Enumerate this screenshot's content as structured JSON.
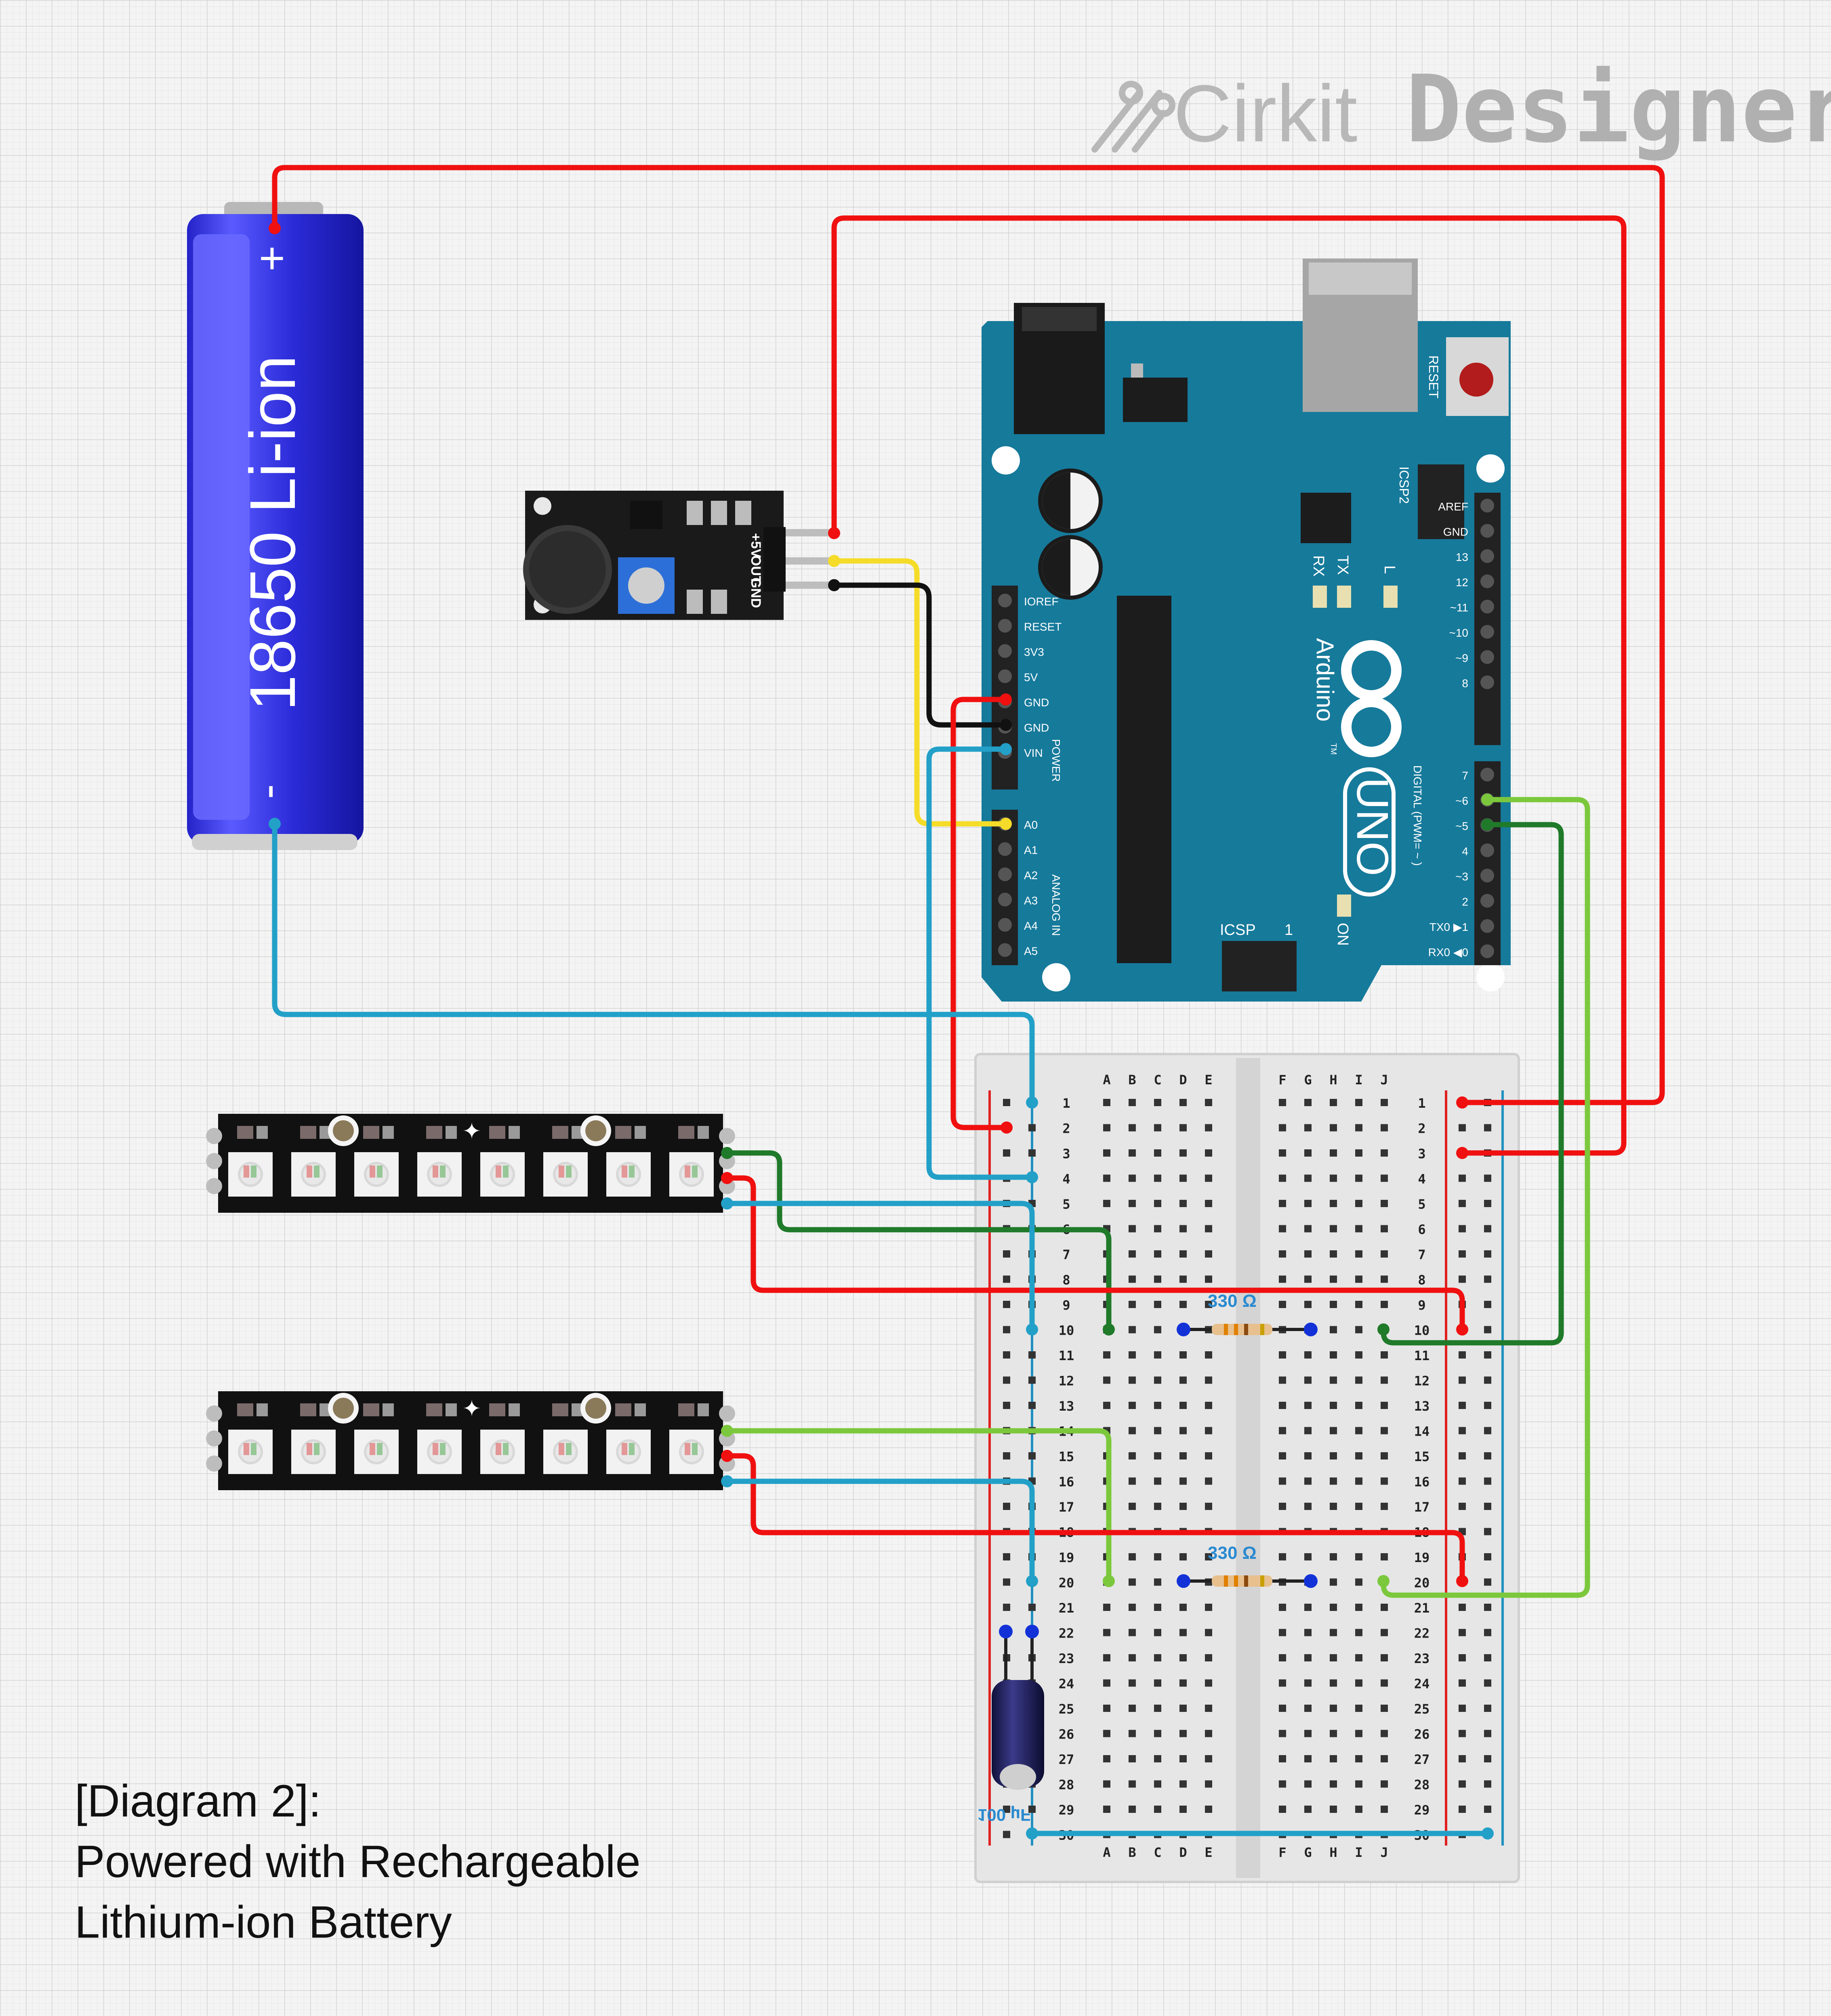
{
  "watermark": {
    "brand_light": "Cirkit",
    "brand_bold": "Designer"
  },
  "battery": {
    "label": "18650 Li-ion",
    "plus": "+",
    "minus": "-"
  },
  "sound_sensor": {
    "pins": [
      "+5V",
      "OUT",
      "GND"
    ]
  },
  "arduino": {
    "brand": "Arduino",
    "model": "UNO",
    "reset_label": "RESET",
    "icsp_label": "ICSP",
    "icsp2_label": "ICSP2",
    "icsp_pin1": "1",
    "on_label": "ON",
    "led_labels": [
      "RX",
      "TX",
      "L"
    ],
    "tm": "TM",
    "power_pins": [
      "IOREF",
      "RESET",
      "3V3",
      "5V",
      "GND",
      "GND",
      "VIN"
    ],
    "power_header": "POWER",
    "analog_pins": [
      "A0",
      "A1",
      "A2",
      "A3",
      "A4",
      "A5"
    ],
    "analog_header": "ANALOG IN",
    "digital_pins_top": [
      "AREF",
      "GND",
      "13",
      "12",
      "~11",
      "~10",
      "~9",
      "8"
    ],
    "digital_pins_bottom": [
      "7",
      "~6",
      "~5",
      "4",
      "~3",
      "2",
      "TX0 ▶1",
      "RX0 ◀0"
    ],
    "digital_header": "DIGITAL (PWM= ~ )"
  },
  "breadboard": {
    "columns_left": [
      "A",
      "B",
      "C",
      "D",
      "E"
    ],
    "columns_right": [
      "F",
      "G",
      "H",
      "I",
      "J"
    ],
    "rows": 30
  },
  "resistors": [
    {
      "label": "330 Ω"
    },
    {
      "label": "330 Ω"
    }
  ],
  "capacitor": {
    "label": "100 µF"
  },
  "caption": {
    "line1": "[Diagram 2]:",
    "line2": "Powered with Rechargeable",
    "line3": "Lithium-ion Battery"
  },
  "colors": {
    "wire_red": "#f01010",
    "wire_black": "#111111",
    "wire_yellow": "#f5dc28",
    "wire_blue": "#22a0c8",
    "wire_dark_green": "#1f7a2a",
    "wire_light_green": "#7cc83c",
    "arduino_board": "#167a9b",
    "battery_body": "#2b2bd8"
  }
}
